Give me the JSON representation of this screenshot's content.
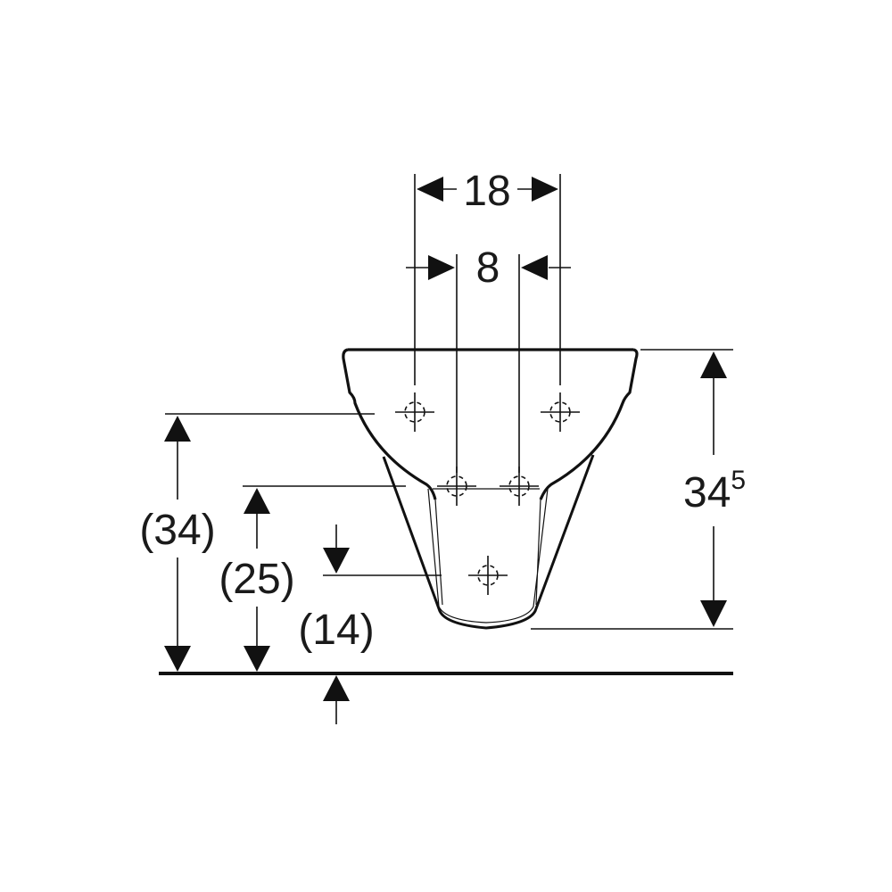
{
  "diagram": {
    "dimensions": {
      "outer_fixing_spacing": "18",
      "inner_fixing_spacing": "8",
      "basin_height": "34",
      "basin_height_superscript": "5",
      "upper_fixing_height": "(34)",
      "lower_fixing_height": "(25)",
      "drain_height": "(14)"
    },
    "colors": {
      "line": "#111111",
      "background": "#ffffff"
    }
  }
}
